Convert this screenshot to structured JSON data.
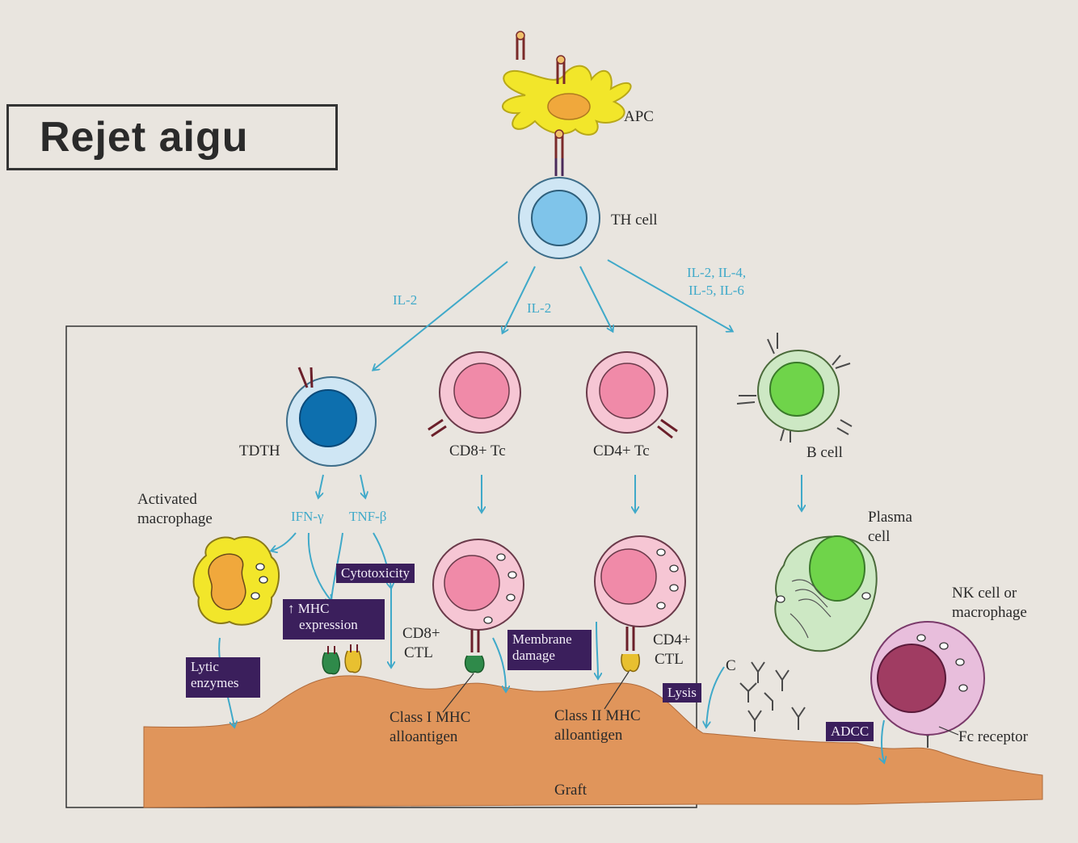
{
  "title": "Rejet aigu",
  "labels": {
    "apc": "APC",
    "th_cell": "TH cell",
    "il2_left": "IL-2",
    "il2_mid": "IL-2",
    "il_multi_1": "IL-2, IL-4,",
    "il_multi_2": "IL-5, IL-6",
    "tdth": "TDTH",
    "cd8_tc": "CD8+ Tc",
    "cd4_tc": "CD4+ Tc",
    "b_cell": "B cell",
    "activated_macrophage_1": "Activated",
    "activated_macrophage_2": "macrophage",
    "ifn": "IFN-γ",
    "tnf": "TNF-β",
    "plasma_cell_1": "Plasma",
    "plasma_cell_2": "cell",
    "nk_cell_1": "NK cell or",
    "nk_cell_2": "macrophage",
    "cd8_ctl_1": "CD8+",
    "cd8_ctl_2": "CTL",
    "cd4_ctl_1": "CD4+",
    "cd4_ctl_2": "CTL",
    "c": "C",
    "class1_1": "Class I MHC",
    "class1_2": "alloantigen",
    "class2_1": "Class II MHC",
    "class2_2": "alloantigen",
    "fc_receptor": "Fc receptor",
    "graft": "Graft"
  },
  "boxes": {
    "cytotoxicity": "Cytotoxicity",
    "mhc_1": "↑ MHC",
    "mhc_2": "expression",
    "lytic_1": "Lytic",
    "lytic_2": "enzymes",
    "membrane_1": "Membrane",
    "membrane_2": "damage",
    "lysis": "Lysis",
    "adcc": "ADCC"
  },
  "colors": {
    "background": "#e9e5df",
    "arrow": "#3fa9c9",
    "box_fill": "#3b1f5c",
    "graft": "#e0955b",
    "apc": "#f2e62a",
    "th_cell": "#7fc4ea",
    "tdth_nucleus": "#0d6fae",
    "tc_cell": "#f1a9c2",
    "b_cell": "#6fd44a",
    "nk_nucleus": "#a03c62"
  }
}
